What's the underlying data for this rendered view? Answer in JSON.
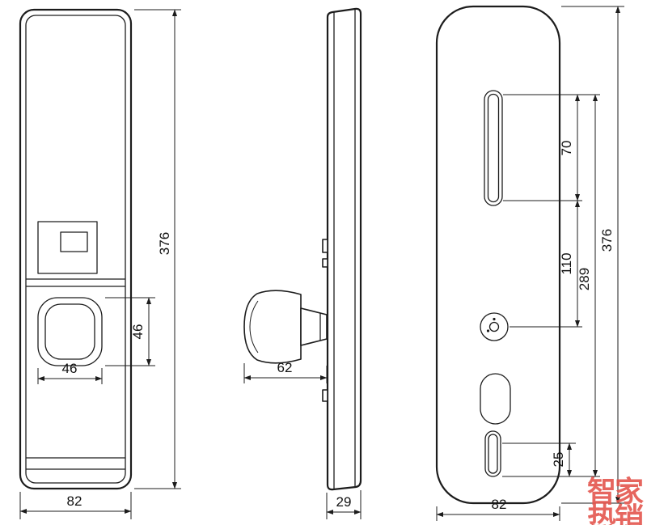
{
  "title": "smart-lock-dimension-drawing",
  "watermark": "智家热销",
  "dimensions": {
    "front_height": "376",
    "front_width": "82",
    "handle_height": "46",
    "handle_width": "46",
    "knob_depth": "62",
    "body_thickness": "29",
    "back_top_slot": "70",
    "back_slot_to_keyhole": "110",
    "back_span": "289",
    "back_height": "376",
    "back_bottom_slot": "25",
    "back_width": "82"
  }
}
